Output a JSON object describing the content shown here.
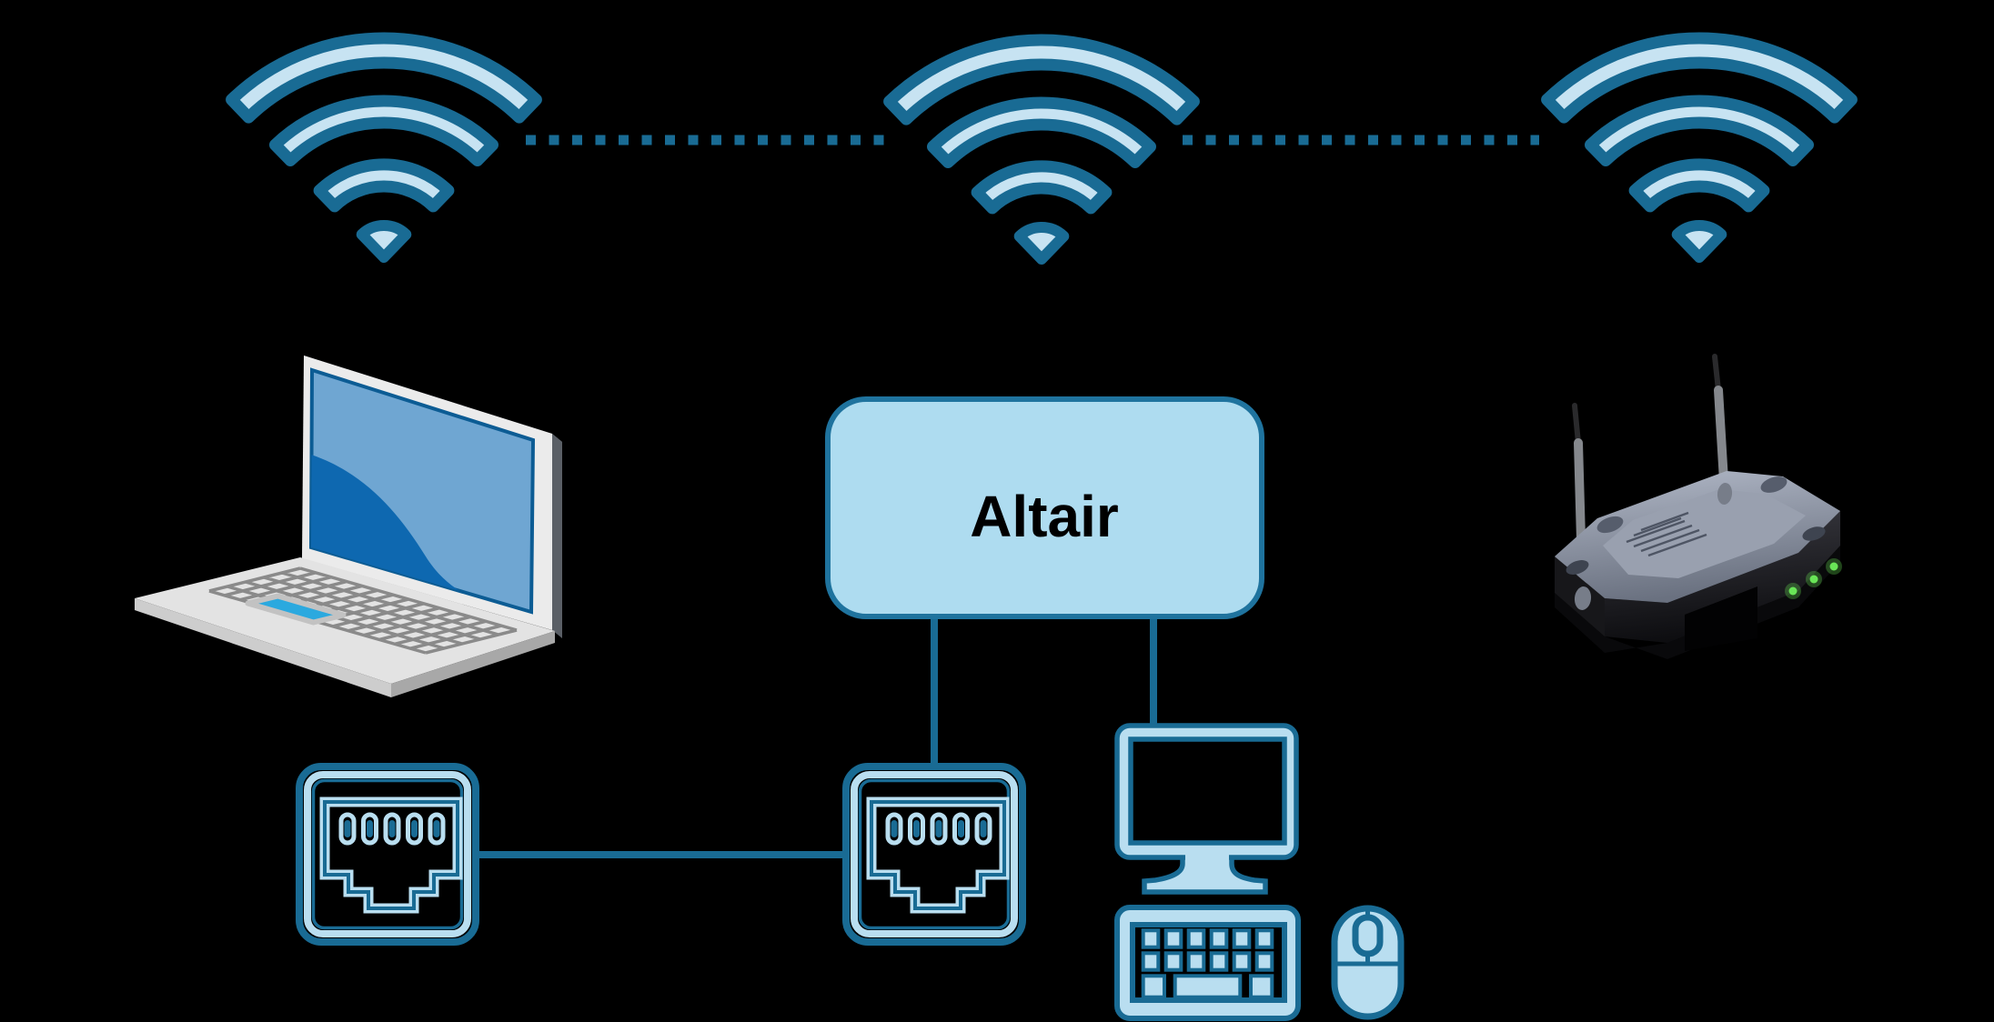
{
  "page": {
    "kind": "network-diagram",
    "background": "#000000"
  },
  "labels": {
    "altair": "Altair"
  },
  "colors": {
    "page_background": "#000000",
    "line_dark_blue": "#196B94",
    "icon_light_blue": "#C7E3F2",
    "device_light_blue": "#B9DEF0",
    "panel_fill": "#AEDCF0",
    "panel_stroke": "#1F739E",
    "text_black": "#000000",
    "led_green": "#69E557",
    "screen_blue_light": "#6FA6D2",
    "screen_blue_dark": "#0E68B0",
    "trackpad_blue": "#2BA9DF",
    "laptop_body_gray": "#E3E3E3"
  },
  "nodes": [
    {
      "id": "wifi-left",
      "icon": "wifi-signal-icon"
    },
    {
      "id": "wifi-middle",
      "icon": "wifi-signal-icon"
    },
    {
      "id": "wifi-right",
      "icon": "wifi-signal-icon"
    },
    {
      "id": "laptop",
      "icon": "laptop-icon"
    },
    {
      "id": "altair",
      "icon": "rounded-box",
      "label": "Altair"
    },
    {
      "id": "router",
      "icon": "router-icon",
      "led_count": 3
    },
    {
      "id": "ethernet-left",
      "icon": "ethernet-port-icon"
    },
    {
      "id": "ethernet-right",
      "icon": "ethernet-port-icon"
    },
    {
      "id": "desktop",
      "icon": "desktop-computer-icon"
    }
  ],
  "links": [
    {
      "from": "wifi-left",
      "to": "wifi-middle",
      "style": "dotted-wireless"
    },
    {
      "from": "wifi-middle",
      "to": "wifi-right",
      "style": "dotted-wireless"
    },
    {
      "from": "altair",
      "to": "ethernet-right",
      "style": "solid-cable"
    },
    {
      "from": "altair",
      "to": "desktop",
      "style": "solid-cable"
    },
    {
      "from": "ethernet-left",
      "to": "ethernet-right",
      "style": "solid-cable"
    }
  ]
}
